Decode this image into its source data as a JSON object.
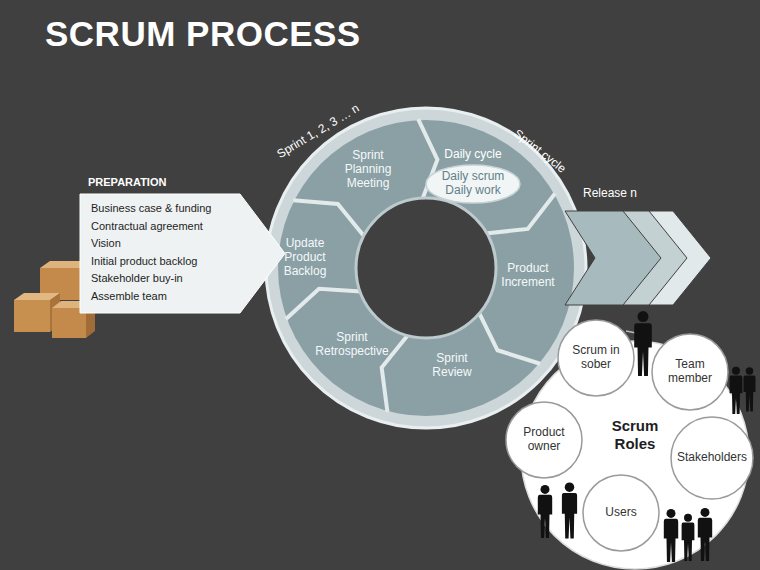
{
  "diagram": {
    "title": "SCRUM PROCESS",
    "nodes": [
      {
        "text": [
          "PREPARATION",
          "Business case & funding",
          "Contractual agreement",
          "Vision",
          "Initial product backlog",
          "Stakeholder buy-in",
          "Assemble team"
        ]
      },
      {
        "text": [
          "Sprint Planning Meeting"
        ]
      },
      {
        "text": [
          "Daily cycle"
        ]
      },
      {
        "text": [
          "Daily scrum Daily work"
        ],
        "in": 2
      },
      {
        "text": [
          "Product Increment"
        ]
      },
      {
        "text": [
          "Sprint Review"
        ]
      },
      {
        "text": [
          "Sprint Retrospective"
        ]
      },
      {
        "text": [
          "Update Product Backlog"
        ]
      },
      {
        "text": [
          "Release n"
        ]
      },
      {
        "text": [
          "Scrum Roles"
        ]
      },
      {
        "text": [
          "Scrum in sober"
        ],
        "in": 9
      },
      {
        "text": [
          "Team member"
        ],
        "in": 9
      },
      {
        "text": [
          "Stakeholders"
        ],
        "in": 9
      },
      {
        "text": [
          "Users"
        ],
        "in": 9
      },
      {
        "text": [
          "Product owner"
        ],
        "in": 9
      }
    ],
    "labels": [
      "Sprint 1, 2, 3 … n",
      "Sprint cycle"
    ]
  }
}
